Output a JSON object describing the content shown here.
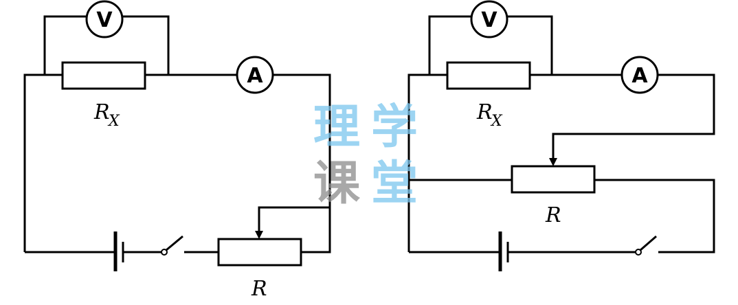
{
  "watermark": {
    "line1": [
      "理",
      "学"
    ],
    "line2": [
      "课",
      "堂"
    ]
  },
  "circuits": [
    {
      "voltmeter": "V",
      "ammeter": "A",
      "resistor_main": "R",
      "resistor_sub": "X",
      "rheostat": "R"
    },
    {
      "voltmeter": "V",
      "ammeter": "A",
      "resistor_main": "R",
      "resistor_sub": "X",
      "rheostat": "R"
    }
  ]
}
